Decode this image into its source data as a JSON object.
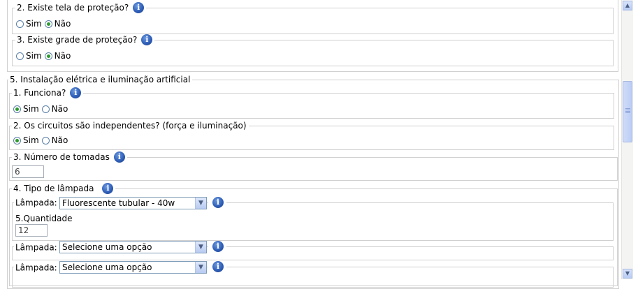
{
  "section4": {
    "q2": {
      "label": "2. Existe tela de proteção?",
      "options": [
        "Sim",
        "Não"
      ],
      "selected": "Não"
    },
    "q3": {
      "label": "3. Existe grade de proteção?",
      "options": [
        "Sim",
        "Não"
      ],
      "selected": "Não"
    }
  },
  "section5": {
    "title": "5. Instalação elétrica e iluminação artificial",
    "q1": {
      "label": "1. Funciona?",
      "options": [
        "Sim",
        "Não"
      ],
      "selected": "Sim"
    },
    "q2": {
      "label": "2. Os circuitos são independentes? (força e iluminação)",
      "options": [
        "Sim",
        "Não"
      ],
      "selected": "Sim"
    },
    "q3": {
      "label": "3. Número de tomadas",
      "value": "6"
    },
    "q4": {
      "label": "4. Tipo de lâmpada",
      "lamps": [
        {
          "label": "Lâmpada:",
          "selected": "Fluorescente tubular - 40w",
          "quantity_label": "5.Quantidade",
          "quantity": "12"
        },
        {
          "label": "Lâmpada:",
          "selected": "Selecione uma opção"
        },
        {
          "label": "Lâmpada:",
          "selected": "Selecione uma opção"
        }
      ]
    }
  },
  "icons": {
    "info": "info-icon",
    "info_glyph": "i",
    "dropdown": "chevron-down-icon",
    "scroll_up": "arrow-up-icon",
    "scroll_down": "arrow-down-icon"
  },
  "colors": {
    "radio_checked": "#2c9a2c",
    "info_icon": "#2f5fb8",
    "border": "#d0d0d0"
  }
}
